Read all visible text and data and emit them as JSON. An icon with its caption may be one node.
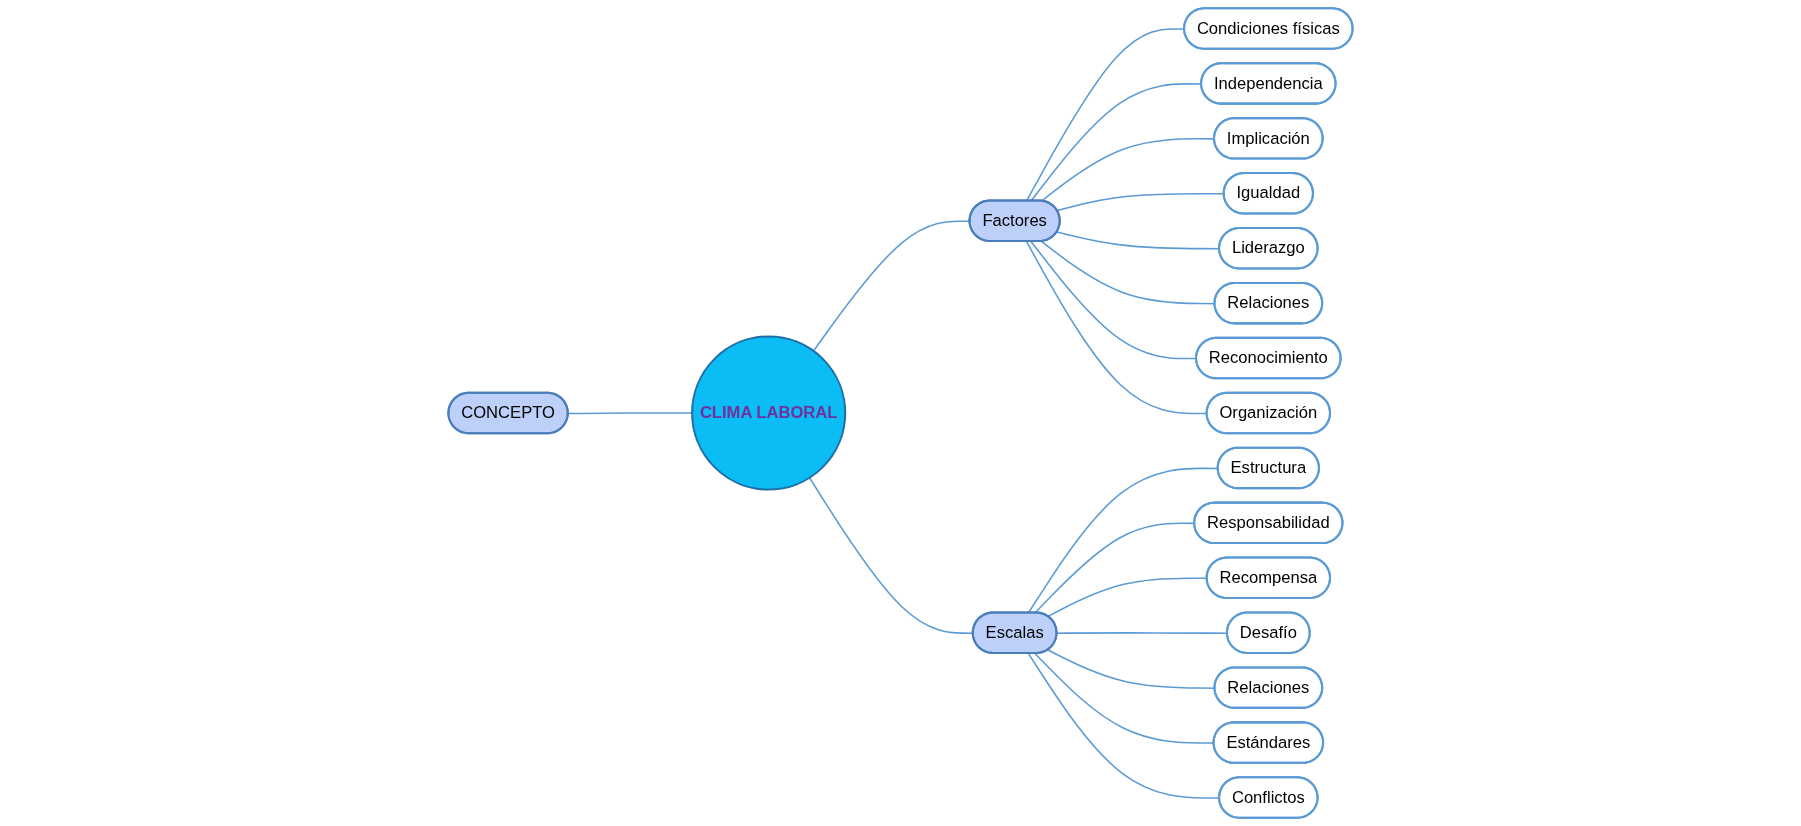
{
  "diagram": {
    "nodes": [
      {
        "text": [
          "CLIMA LABORAL"
        ]
      },
      {
        "text": [
          "CONCEPTO"
        ]
      },
      {
        "text": [
          "Factores"
        ]
      },
      {
        "text": [
          "Escalas"
        ]
      },
      {
        "text": [
          "Condiciones físicas"
        ]
      },
      {
        "text": [
          "Independencia"
        ]
      },
      {
        "text": [
          "Implicación"
        ]
      },
      {
        "text": [
          "Igualdad"
        ]
      },
      {
        "text": [
          "Liderazgo"
        ]
      },
      {
        "text": [
          "Relaciones"
        ]
      },
      {
        "text": [
          "Reconocimiento"
        ]
      },
      {
        "text": [
          "Organización"
        ]
      },
      {
        "text": [
          "Estructura"
        ]
      },
      {
        "text": [
          "Responsabilidad"
        ]
      },
      {
        "text": [
          "Recompensa"
        ]
      },
      {
        "text": [
          "Desafío"
        ]
      },
      {
        "text": [
          "Relaciones"
        ]
      },
      {
        "text": [
          "Estándares"
        ]
      },
      {
        "text": [
          "Conflictos"
        ]
      }
    ],
    "edges": [
      {
        "from": 0,
        "to": 1,
        "arrow": "none"
      },
      {
        "from": 0,
        "to": 2,
        "arrow": "none"
      },
      {
        "from": 0,
        "to": 3,
        "arrow": "none"
      },
      {
        "from": 2,
        "to": 4,
        "arrow": "none"
      },
      {
        "from": 2,
        "to": 5,
        "arrow": "none"
      },
      {
        "from": 2,
        "to": 6,
        "arrow": "none"
      },
      {
        "from": 2,
        "to": 7,
        "arrow": "none"
      },
      {
        "from": 2,
        "to": 8,
        "arrow": "none"
      },
      {
        "from": 2,
        "to": 9,
        "arrow": "none"
      },
      {
        "from": 2,
        "to": 10,
        "arrow": "none"
      },
      {
        "from": 2,
        "to": 11,
        "arrow": "none"
      },
      {
        "from": 3,
        "to": 12,
        "arrow": "none"
      },
      {
        "from": 3,
        "to": 13,
        "arrow": "none"
      },
      {
        "from": 3,
        "to": 14,
        "arrow": "none"
      },
      {
        "from": 3,
        "to": 15,
        "arrow": "none"
      },
      {
        "from": 3,
        "to": 16,
        "arrow": "none"
      },
      {
        "from": 3,
        "to": 17,
        "arrow": "none"
      },
      {
        "from": 3,
        "to": 18,
        "arrow": "none"
      }
    ]
  }
}
